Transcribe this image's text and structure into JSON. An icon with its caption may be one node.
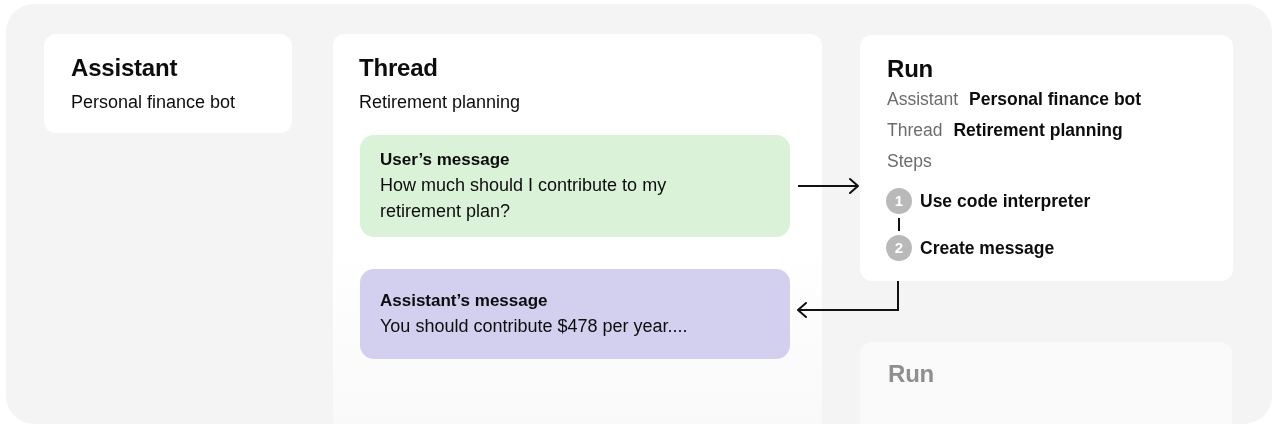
{
  "diagram": {
    "nodes": [
      {
        "text": [
          "Assistant",
          "Personal finance bot"
        ]
      },
      {
        "text": [
          "Thread",
          "Retirement planning"
        ]
      },
      {
        "text": [
          "User’s message",
          "How much should I contribute to my retirement plan?"
        ],
        "in": 1
      },
      {
        "text": [
          "Assistant’s message",
          "You should contribute $478 per year...."
        ],
        "in": 1
      },
      {
        "text": [
          "Run",
          "Assistant",
          "Personal finance bot",
          "Thread",
          "Retirement planning",
          "Steps"
        ]
      },
      {
        "text": [
          "1"
        ],
        "beside": [
          "Use code interpreter"
        ],
        "in": 4
      },
      {
        "text": [
          "2"
        ],
        "beside": [
          "Create message"
        ],
        "in": 4
      },
      {
        "text": [
          "Run"
        ]
      }
    ],
    "edges": [
      {
        "from": 2,
        "to": 4,
        "arrow": "to"
      },
      {
        "from": 4,
        "to": 3,
        "arrow": "to"
      },
      {
        "from": 5,
        "to": 6,
        "arrow": "none"
      }
    ]
  }
}
